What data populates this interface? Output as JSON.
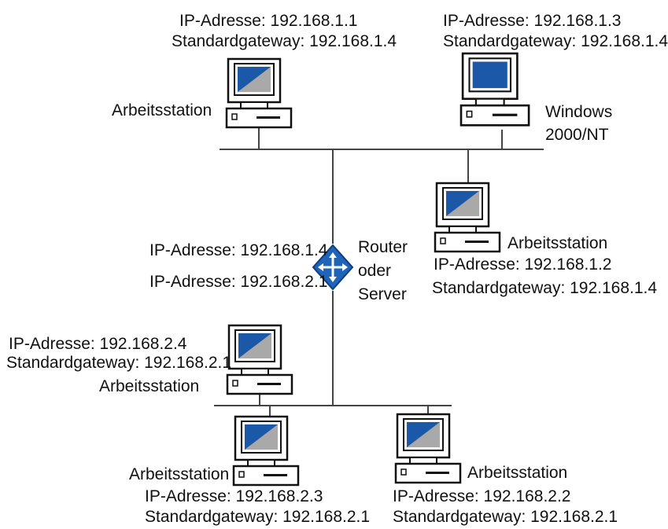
{
  "colors": {
    "line": "#444444",
    "screen": "#1b58a8",
    "router_fill": "#1f64b8"
  },
  "workstations": [
    {
      "id": "ws1",
      "role": "Arbeitsstation",
      "ip_label": "IP-Adresse: 192.168.1.1",
      "gw_label": "Standardgateway: 192.168.1.4",
      "screen_style": "diagonal"
    },
    {
      "id": "ws3",
      "role": "Windows",
      "role2": "2000/NT",
      "ip_label": "IP-Adresse: 192.168.1.3",
      "gw_label": "Standardgateway: 192.168.1.4",
      "screen_style": "solid"
    },
    {
      "id": "ws2",
      "role": "Arbeitsstation",
      "ip_label": "IP-Adresse: 192.168.1.2",
      "gw_label": "Standardgateway: 192.168.1.4",
      "screen_style": "diagonal"
    },
    {
      "id": "ws4",
      "role": "Arbeitsstation",
      "ip_label": "IP-Adresse: 192.168.2.4",
      "gw_label": "Standardgateway: 192.168.2.1",
      "screen_style": "diagonal"
    },
    {
      "id": "ws5",
      "role": "Arbeitsstation",
      "ip_label": "IP-Adresse: 192.168.2.3",
      "gw_label": "Standardgateway: 192.168.2.1",
      "screen_style": "diagonal"
    },
    {
      "id": "ws6",
      "role": "Arbeitsstation",
      "ip_label": "IP-Adresse: 192.168.2.2",
      "gw_label": "Standardgateway: 192.168.2.1",
      "screen_style": "diagonal"
    }
  ],
  "router": {
    "name_line1": "Router",
    "name_line2": "oder",
    "name_line3": "Server",
    "ip_net1": "IP-Adresse: 192.168.1.4",
    "ip_net2": "IP-Adresse: 192.168.2.1",
    "icon": "router-icon"
  }
}
